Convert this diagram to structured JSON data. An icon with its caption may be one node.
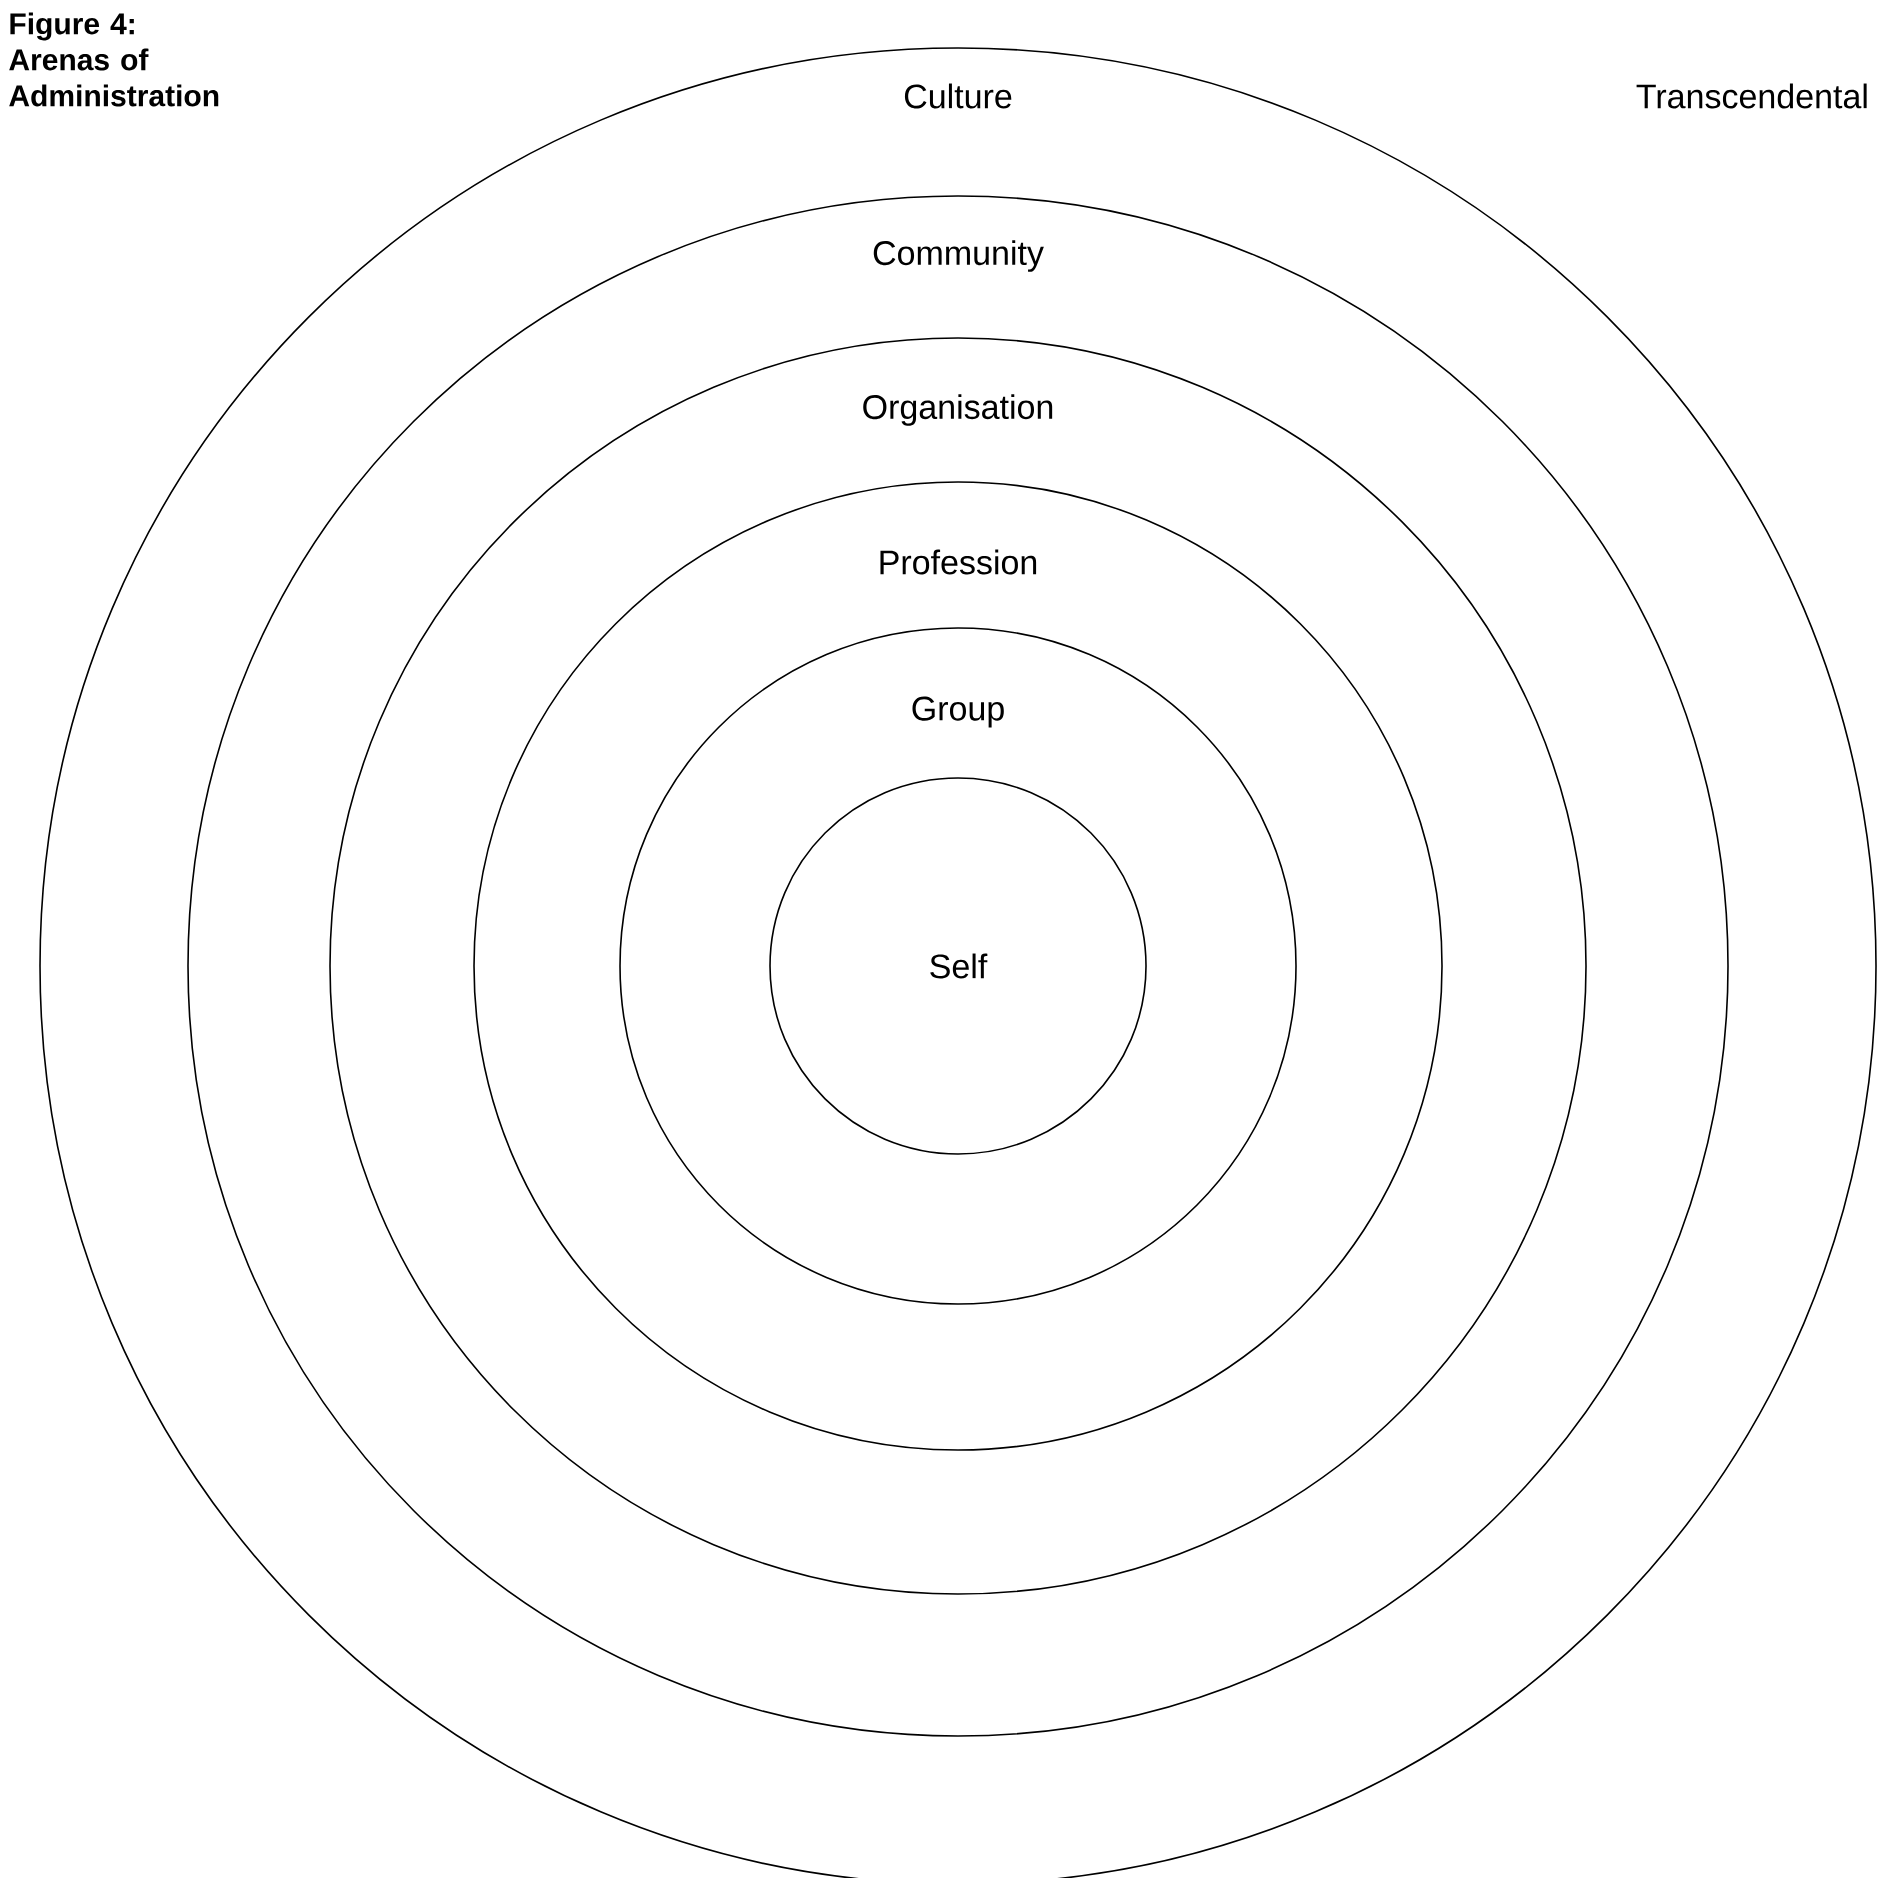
{
  "diagram": {
    "title": "Figure 4: Arenas of Administration",
    "nodes": [
      {
        "text": [
          "Culture"
        ]
      },
      {
        "text": [
          "Community"
        ],
        "in": 0
      },
      {
        "text": [
          "Organisation"
        ],
        "in": 1
      },
      {
        "text": [
          "Profession"
        ],
        "in": 2
      },
      {
        "text": [
          "Group"
        ],
        "in": 3
      },
      {
        "text": [
          "Self"
        ],
        "in": 4
      }
    ],
    "labels": [
      "Transcendental"
    ]
  }
}
